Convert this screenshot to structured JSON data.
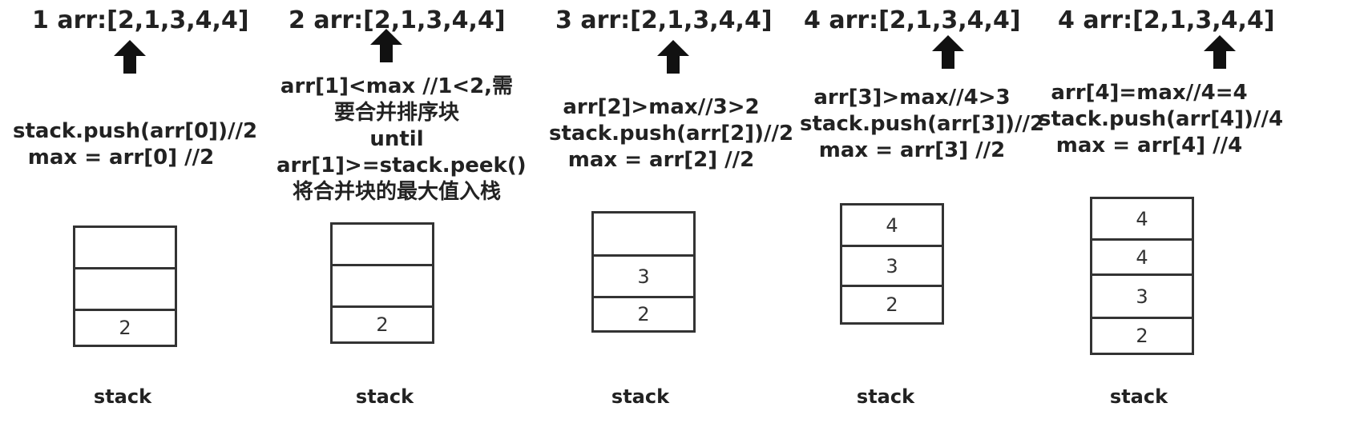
{
  "steps": [
    {
      "heading": "1 arr:[2,1,3,4,4]",
      "note": [
        "stack.push(arr[0])//2",
        "max = arr[0] //2"
      ],
      "cells": [
        "",
        "",
        "2"
      ],
      "caption": "stack"
    },
    {
      "heading": "2 arr:[2,1,3,4,4]",
      "note": [
        "arr[1]<max //1<2,需",
        "要合并排序块",
        "until",
        "arr[1]>=stack.peek()",
        "将合并块的最大值入栈"
      ],
      "cells": [
        "",
        "",
        "2"
      ],
      "caption": "stack"
    },
    {
      "heading": "3 arr:[2,1,3,4,4]",
      "note": [
        "arr[2]>max//3>2",
        "stack.push(arr[2])//2",
        "max = arr[2] //2"
      ],
      "cells": [
        "",
        "3",
        "2"
      ],
      "caption": "stack"
    },
    {
      "heading": "4 arr:[2,1,3,4,4]",
      "note": [
        "arr[3]>max//4>3",
        "stack.push(arr[3])//2",
        "max = arr[3] //2"
      ],
      "cells": [
        "4",
        "3",
        "2"
      ],
      "caption": "stack"
    },
    {
      "heading": "4 arr:[2,1,3,4,4]",
      "note": [
        "arr[4]=max//4=4",
        "stack.push(arr[4])//4",
        "max = arr[4] //4"
      ],
      "cells": [
        "4",
        "4",
        "3",
        "2"
      ],
      "caption": "stack"
    }
  ]
}
